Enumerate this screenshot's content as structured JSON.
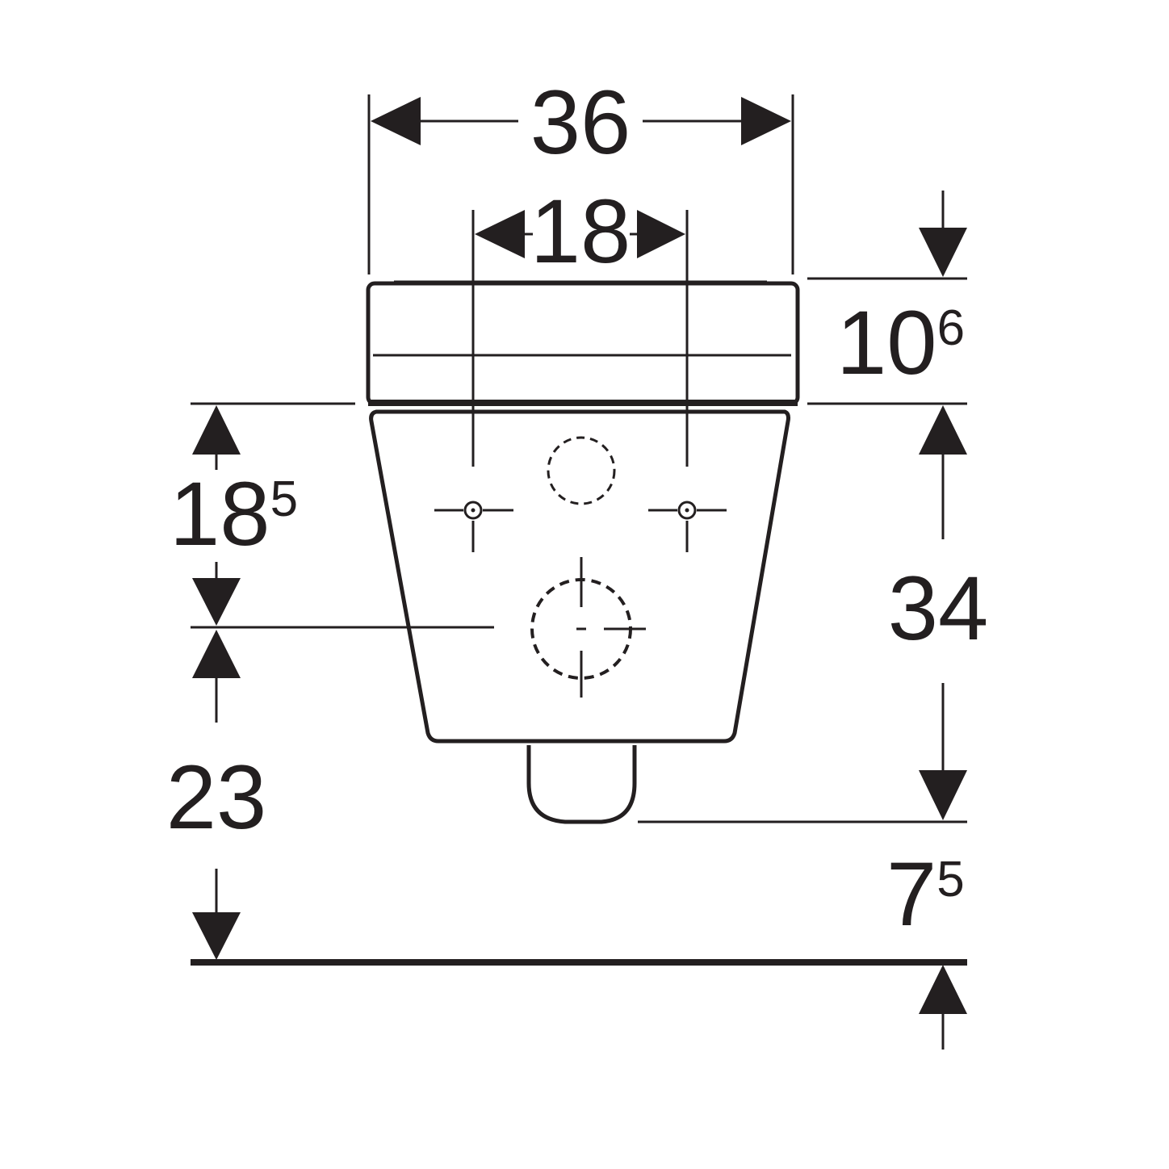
{
  "dimensions": {
    "overall_width": {
      "value": "36"
    },
    "fixing_spacing": {
      "value": "18"
    },
    "seat_height": {
      "value": "10",
      "superscript": "6"
    },
    "fixing_height": {
      "value": "18",
      "superscript": "5"
    },
    "outlet_height": {
      "value": "23"
    },
    "body_height": {
      "value": "34"
    },
    "outlet_drop": {
      "value": "7",
      "superscript": "5"
    }
  },
  "colors": {
    "line": "#231f20",
    "background": "#ffffff"
  }
}
